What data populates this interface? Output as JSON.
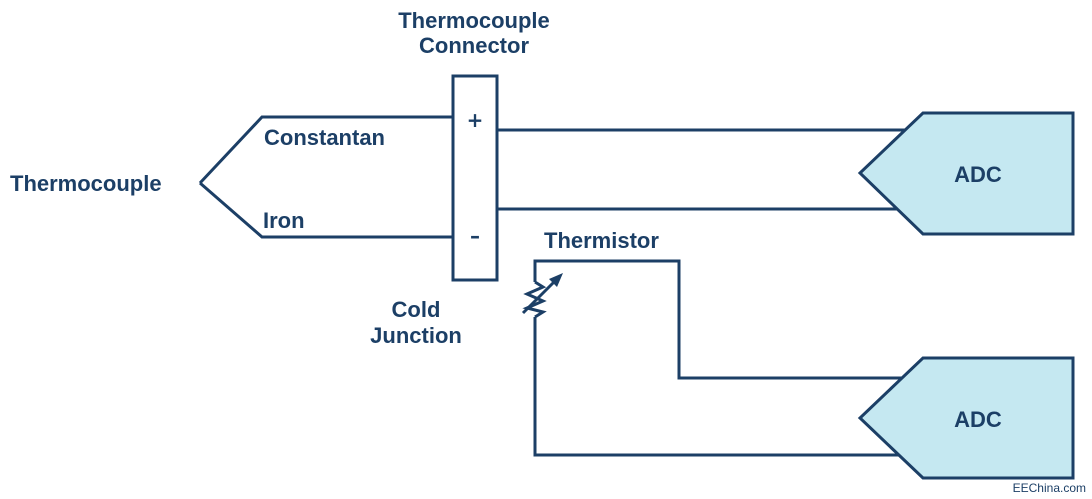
{
  "labels": {
    "connector_line1": "Thermocouple",
    "connector_line2": "Connector",
    "constantan": "Constantan",
    "thermocouple": "Thermocouple",
    "iron": "Iron",
    "thermistor": "Thermistor",
    "cold_line1": "Cold",
    "cold_line2": "Junction",
    "plus": "+",
    "minus": "–",
    "adc_top": "ADC",
    "adc_bottom": "ADC"
  },
  "watermark": "EEChina.com",
  "colors": {
    "line": "#1c3f66",
    "adc_fill": "#c5e8f1"
  }
}
